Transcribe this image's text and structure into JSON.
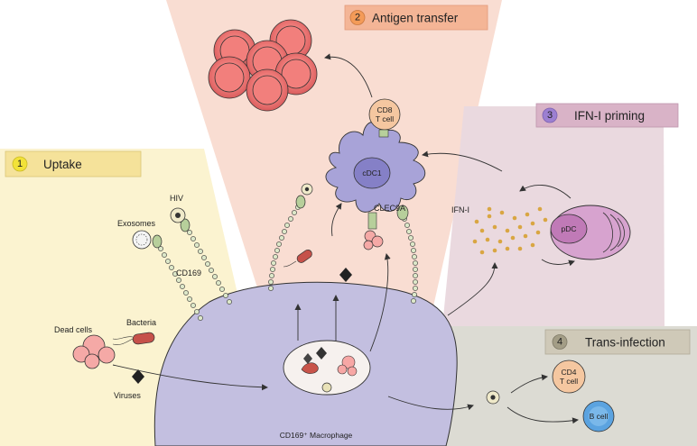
{
  "panels": [
    {
      "number": "1",
      "title": "Uptake"
    },
    {
      "number": "2",
      "title": "Antigen transfer"
    },
    {
      "number": "3",
      "title": "IFN-I priming"
    },
    {
      "number": "4",
      "title": "Trans-infection"
    }
  ],
  "labels": {
    "hiv": "HIV",
    "exosomes": "Exosomes",
    "cd169": "CD169",
    "dead_cells": "Dead cells",
    "bacteria": "Bacteria",
    "viruses": "Viruses",
    "macrophage": "CD169⁺ Macrophage",
    "cdc1": "cDC1",
    "clec9a": "CLEC9A",
    "cd8_line1": "CD8",
    "cd8_line2": "T cell",
    "ifn": "IFN-I",
    "pdc": "pDC",
    "cd4_line1": "CD4",
    "cd4_line2": "T cell",
    "bcell": "B cell"
  },
  "colors": {
    "panel1": "#fbf3d0",
    "panel2": "#f9ddd2",
    "panel3": "#ead9df",
    "panel4": "#dcdbd3",
    "macrophage": "#c3bfe0",
    "cdc1": "#a8a3d8",
    "pdc": "#d7a3cf",
    "tcell": "#f5c7a0",
    "bcell": "#5ba3e0",
    "red_cell": "#ef7b79",
    "ifn_dot": "#d9a642"
  }
}
